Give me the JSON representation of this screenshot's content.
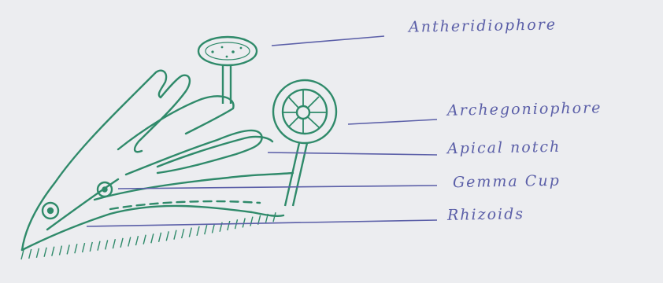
{
  "labels": {
    "antheridiophore": "Antheridiophore",
    "archegoniophore": "Archegoniophore",
    "apical_notch": "Apical notch",
    "gemma_cup": "Gemma Cup",
    "rhizoids": "Rhizoids"
  },
  "colors": {
    "paper": "#ecedf0",
    "drawing": "#2f8a6a",
    "label_ink": "#5b5fa8"
  }
}
